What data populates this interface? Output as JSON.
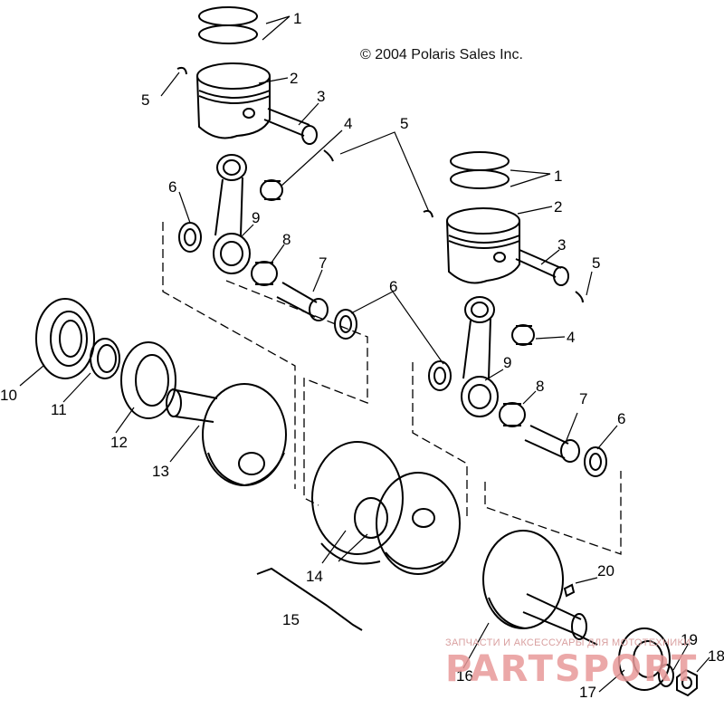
{
  "copyright": "© 2004 Polaris Sales Inc.",
  "labels": {
    "l1a": "1",
    "l2a": "2",
    "l3a": "3",
    "l4a": "4",
    "l5a": "5",
    "l5b": "5",
    "l6a": "6",
    "l9a": "9",
    "l8a": "8",
    "l7a": "7",
    "l1b": "1",
    "l2b": "2",
    "l3b": "3",
    "l5c": "5",
    "l6b": "6",
    "l4b": "4",
    "l9b": "9",
    "l8b": "8",
    "l7b": "7",
    "l6c": "6",
    "l10": "10",
    "l11": "11",
    "l12": "12",
    "l13": "13",
    "l14": "14",
    "l15": "15",
    "l16": "16",
    "l17": "17",
    "l18": "18",
    "l19": "19",
    "l20": "20"
  },
  "watermark": {
    "small": "ЗАПЧАСТИ И АКСЕССУАРЫ ДЛЯ МОТОТЕХНИКИ",
    "big": "PARTSPORT"
  }
}
